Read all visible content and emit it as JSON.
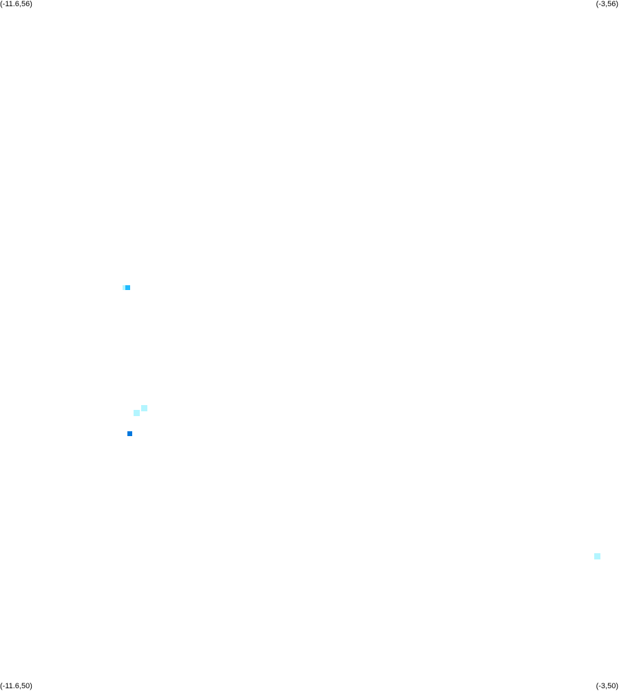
{
  "corners": {
    "top_left": "(-11.6,56)",
    "top_right": "(-3,56)",
    "bottom_left": "(-11.6,50)",
    "bottom_right": "(-3,50)"
  },
  "extent": {
    "lon_min": -11.6,
    "lon_max": -3,
    "lat_min": 50,
    "lat_max": 56
  },
  "colors": {
    "background": "#ffffff",
    "light_cyan": "#b3f5ff",
    "mid_cyan": "#33ccff",
    "deep_blue": "#0077dd"
  },
  "points": [
    {
      "lon": -9.86,
      "lat": 53.49,
      "color": "#b3f5ff",
      "size": "small"
    },
    {
      "lon": -9.83,
      "lat": 53.49,
      "color": "#22bbff",
      "size": "small"
    },
    {
      "lon": -9.7,
      "lat": 52.4,
      "color": "#b3f5ff",
      "size": "medium"
    },
    {
      "lon": -9.6,
      "lat": 52.44,
      "color": "#b3f5ff",
      "size": "medium"
    },
    {
      "lon": -9.8,
      "lat": 52.22,
      "color": "#0077dd",
      "size": "small"
    },
    {
      "lon": -3.3,
      "lat": 51.15,
      "color": "#b3f5ff",
      "size": "medium"
    }
  ]
}
